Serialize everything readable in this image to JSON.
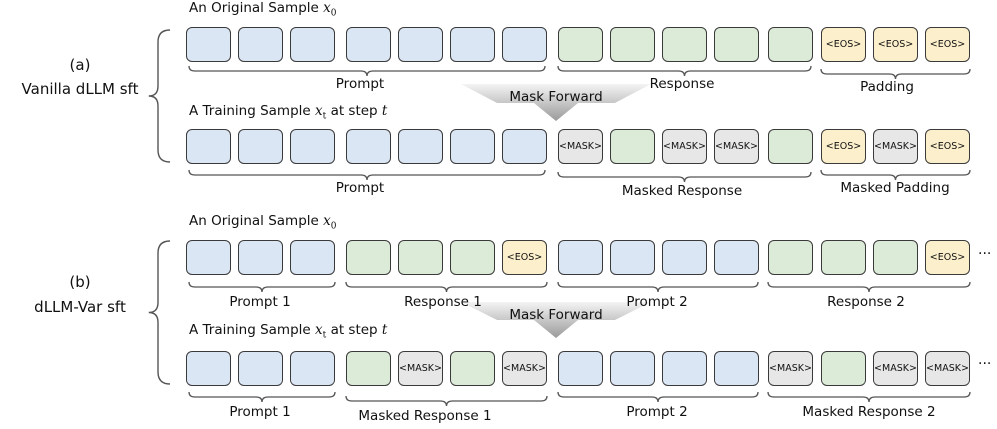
{
  "panel_a": {
    "tag": "(a)",
    "name": "Vanilla dLLM sft",
    "original_caption": "An Original Sample",
    "original_var": "x",
    "original_sub": "0",
    "training_caption_pre": "A Training Sample",
    "training_var": "x",
    "training_sub": "t",
    "training_caption_mid": "at step",
    "training_step": "t",
    "arrow_label": "Mask Forward",
    "row1": [
      "blue",
      "blue",
      "blue",
      "blue",
      "blue",
      "blue",
      "blue",
      "green",
      "green",
      "green",
      "green",
      "green",
      "yellow:<EOS>",
      "yellow:<EOS>",
      "yellow:<EOS>"
    ],
    "row2": [
      "blue",
      "blue",
      "blue",
      "blue",
      "blue",
      "blue",
      "blue",
      "gray:<MASK>",
      "green",
      "gray:<MASK>",
      "gray:<MASK>",
      "green",
      "yellow:<EOS>",
      "gray:<MASK>",
      "yellow:<EOS>"
    ],
    "row1_labels": [
      "Prompt",
      "Response",
      "Padding"
    ],
    "row2_labels": [
      "Prompt",
      "Masked Response",
      "Masked Padding"
    ]
  },
  "panel_b": {
    "tag": "(b)",
    "name": "dLLM-Var sft",
    "original_caption": "An Original Sample",
    "original_var": "x",
    "original_sub": "0",
    "training_caption_pre": "A Training Sample",
    "training_var": "x",
    "training_sub": "t",
    "training_caption_mid": "at step",
    "training_step": "t",
    "arrow_label": "Mask Forward",
    "row1": [
      "blue",
      "blue",
      "blue",
      "green",
      "green",
      "green",
      "yellow:<EOS>",
      "blue",
      "blue",
      "blue",
      "blue",
      "green",
      "green",
      "green",
      "yellow:<EOS>"
    ],
    "row2": [
      "blue",
      "blue",
      "blue",
      "green",
      "gray:<MASK>",
      "green",
      "gray:<MASK>",
      "blue",
      "blue",
      "blue",
      "blue",
      "gray:<MASK>",
      "green",
      "gray:<MASK>",
      "gray:<MASK>"
    ],
    "row1_labels": [
      "Prompt 1",
      "Response 1",
      "Prompt 2",
      "Response 2"
    ],
    "row2_labels": [
      "Prompt 1",
      "Masked Response 1",
      "Prompt 2",
      "Masked Response 2"
    ],
    "ellipsis": "···"
  },
  "colors": {
    "prompt": "#dbe6f4",
    "response": "#dcebd7",
    "eos": "#fcefcb",
    "mask": "#e7e7e7",
    "border": "#3a3a3a"
  }
}
